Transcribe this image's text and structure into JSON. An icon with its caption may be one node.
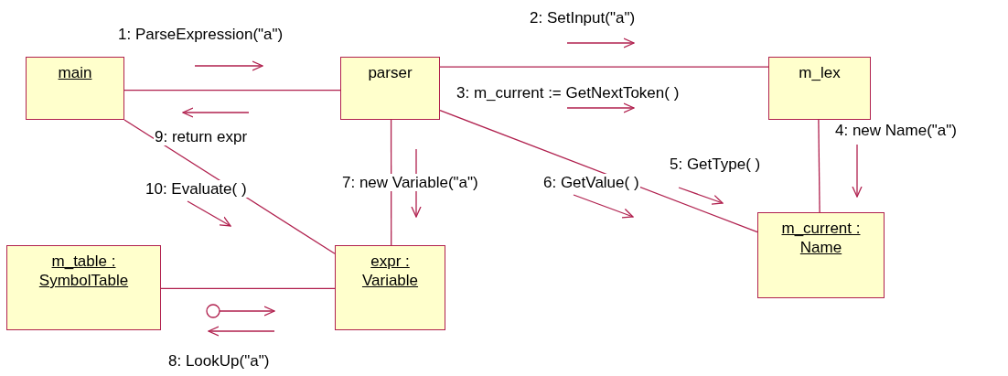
{
  "diagram": {
    "nodes": [
      {
        "text": [
          "main"
        ]
      },
      {
        "text": [
          "parser"
        ]
      },
      {
        "text": [
          "m_lex"
        ]
      },
      {
        "text": [
          "m_current : Name"
        ]
      },
      {
        "text": [
          "m_table : SymbolTable"
        ]
      },
      {
        "text": [
          "expr : Variable"
        ]
      }
    ],
    "edges": [
      {
        "from": 0,
        "to": 1,
        "arrow": "none"
      },
      {
        "from": 1,
        "to": 2,
        "arrow": "none"
      },
      {
        "from": 1,
        "to": 3,
        "arrow": "none"
      },
      {
        "from": 2,
        "to": 3,
        "arrow": "none"
      },
      {
        "from": 1,
        "to": 5,
        "arrow": "none"
      },
      {
        "from": 0,
        "to": 5,
        "arrow": "none"
      },
      {
        "from": 4,
        "to": 5,
        "arrow": "none"
      }
    ],
    "labels": [
      "1: ParseExpression(\"a\")",
      "2: SetInput(\"a\")",
      "3: m_current := GetNextToken( )",
      "4: new Name(\"a\")",
      "5: GetType( )",
      "6: GetValue( )",
      "7: new Variable(\"a\")",
      "8: LookUp(\"a\")",
      "9: return expr",
      "10: Evaluate( )"
    ]
  }
}
